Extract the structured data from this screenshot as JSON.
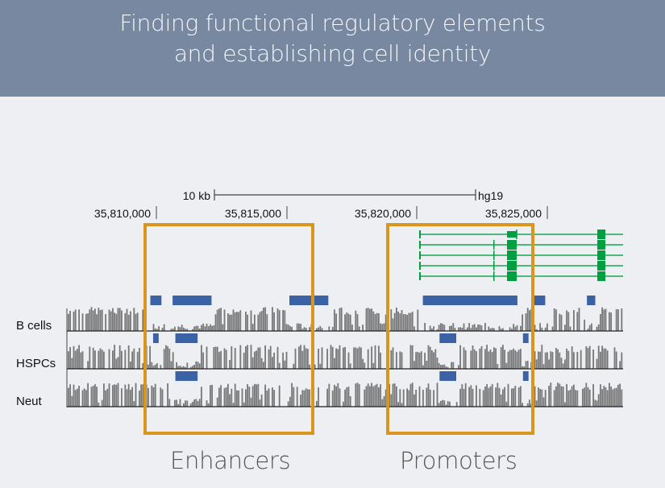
{
  "slide": {
    "title_lines": [
      "Finding functional regulatory elements",
      "and establishing cell identity"
    ],
    "header_color": "#7888a1"
  },
  "browser": {
    "scale_bar_label": "10 kb",
    "assembly": "hg19",
    "coordinates": [
      "35,810,000",
      "35,815,000",
      "35,820,000",
      "35,825,000"
    ],
    "tracks": [
      {
        "name": "B cells",
        "peaks": [
          [
            0.3,
            0.34
          ],
          [
            0.38,
            0.52
          ],
          [
            0.8,
            0.94
          ],
          [
            1.28,
            1.62
          ],
          [
            1.68,
            1.72
          ],
          [
            1.87,
            1.9
          ]
        ]
      },
      {
        "name": "HSPCs",
        "peaks": [
          [
            0.31,
            0.33
          ],
          [
            0.39,
            0.47
          ],
          [
            1.34,
            1.4
          ],
          [
            1.64,
            1.66
          ]
        ]
      },
      {
        "name": "Neut",
        "peaks": [
          [
            0.39,
            0.47
          ],
          [
            1.34,
            1.4
          ],
          [
            1.64,
            1.66
          ]
        ]
      }
    ],
    "gene_color": "#00a040",
    "peak_color": "#3a62a4",
    "signal_color": "#777777"
  },
  "annotations": {
    "enhancers_label": "Enhancers",
    "promoters_label": "Promoters",
    "box_color": "#d9961e"
  }
}
